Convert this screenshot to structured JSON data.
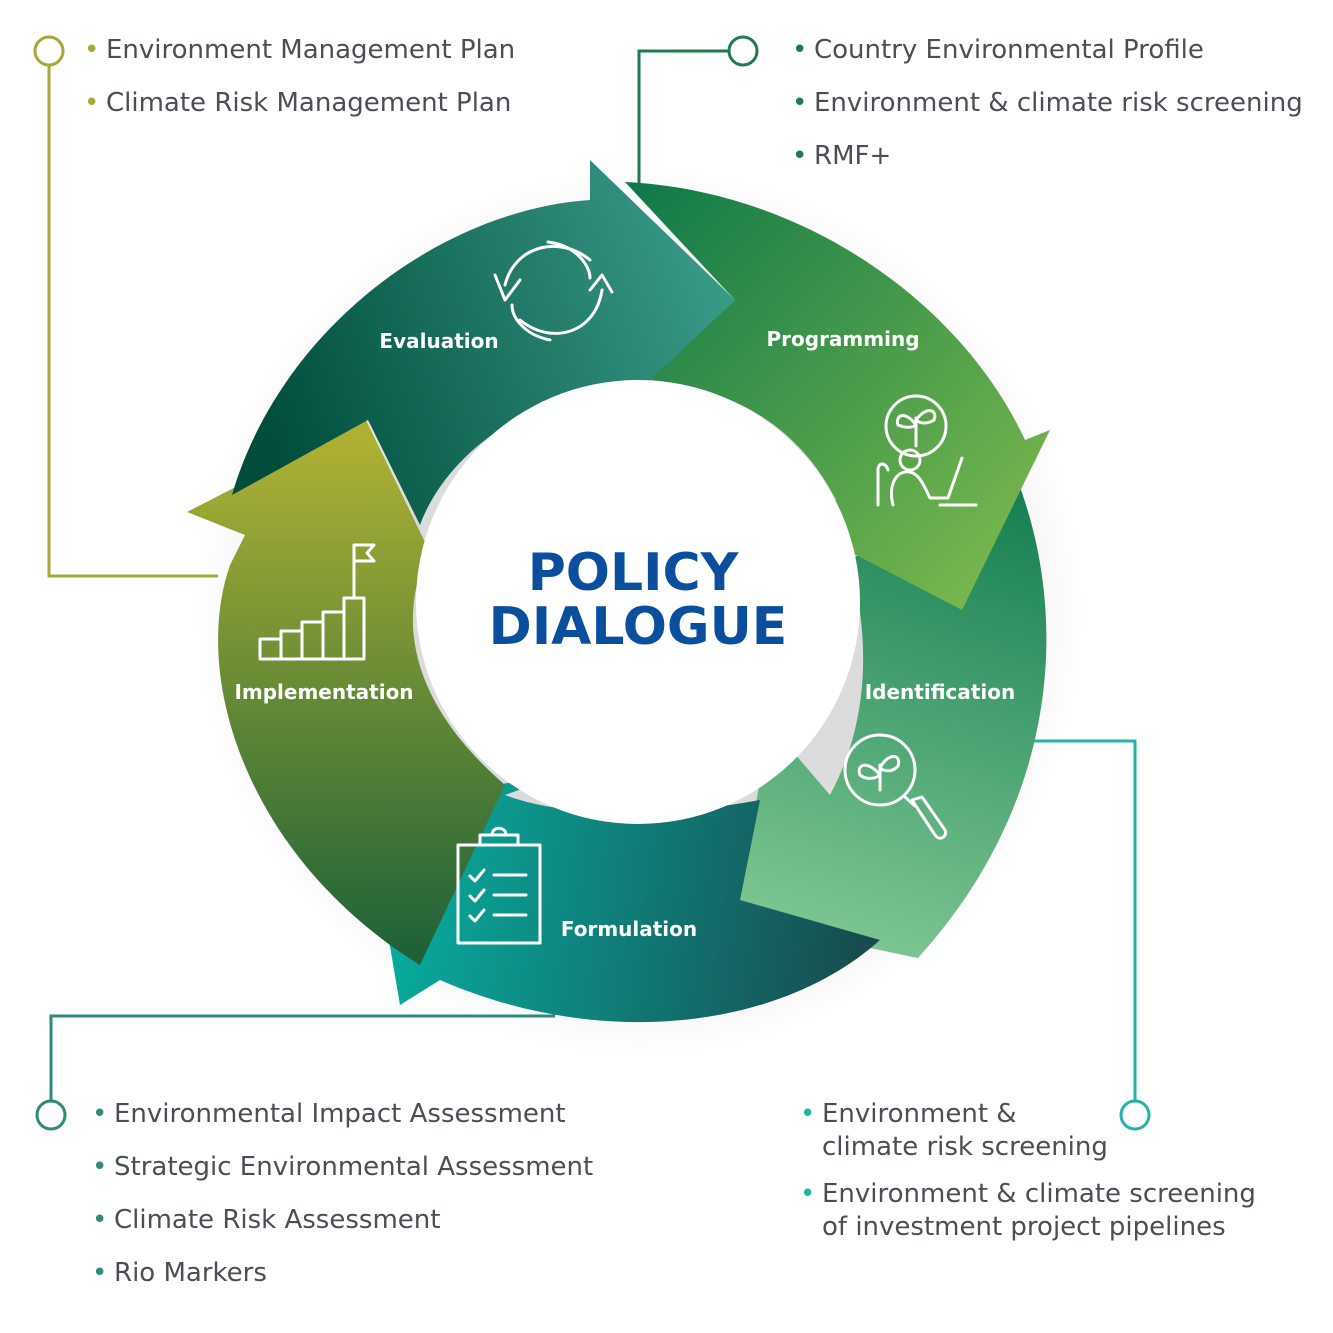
{
  "center": {
    "line1": "POLICY",
    "line2": "DIALOGUE"
  },
  "phases": {
    "evaluation": "Evaluation",
    "programming": "Programming",
    "identification": "Identification",
    "formulation": "Formulation",
    "implementation": "Implementation"
  },
  "lists": {
    "top_left": [
      "Environment Management Plan",
      "Climate Risk Management Plan"
    ],
    "top_right": [
      "Country Environmental Profile",
      "Environment & climate risk screening",
      "RMF+"
    ],
    "bottom_left": [
      "Environmental Impact Assessment",
      "Strategic Environmental Assessment",
      "Climate Risk Assessment",
      "Rio Markers"
    ],
    "bottom_right": [
      {
        "line1": "Environment &",
        "line2": "climate risk screening"
      },
      {
        "line1": "Environment & climate screening",
        "line2": "of investment project pipelines"
      }
    ]
  },
  "colors": {
    "evaluation": [
      "#004d3c",
      "#3a9a88"
    ],
    "programming": [
      "#117a4a",
      "#7ab84c"
    ],
    "identification": [
      "#137d4f",
      "#7cc592"
    ],
    "formulation": [
      "#08ada0",
      "#18494c"
    ],
    "implementation": [
      "#adb133",
      "#1f6238"
    ],
    "center_text": "#0a4f9e",
    "connector_top_left": "#a8a83a",
    "connector_top_right": "#1f7a4e",
    "connector_bottom_left": "#2f8a79",
    "connector_bottom_right": "#22b5a5"
  },
  "icons": [
    "refresh-arrows-icon",
    "person-laptop-plant-icon",
    "magnifier-plant-icon",
    "clipboard-checklist-icon",
    "bar-chart-flag-icon"
  ]
}
